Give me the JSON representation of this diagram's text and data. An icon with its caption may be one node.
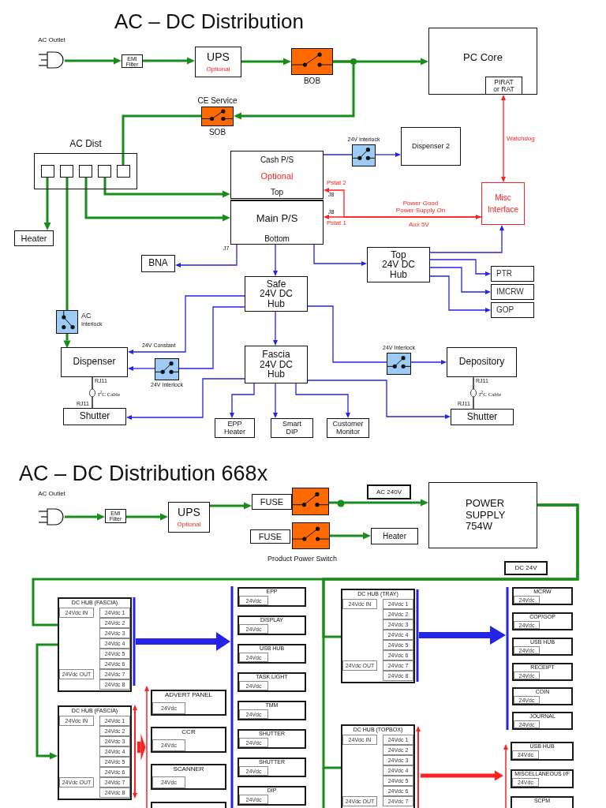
{
  "diagram": {
    "title": "AC – DC Distribution",
    "nodes": [
      {
        "text": [
          "AC Outlet"
        ]
      },
      {
        "text": [
          "EMI Filter"
        ]
      },
      {
        "text": [
          "UPS",
          "Optional"
        ]
      },
      {
        "text": [
          "BOB"
        ]
      },
      {
        "text": [
          "PC Core"
        ]
      },
      {
        "text": [
          "PIRAT or RAT"
        ],
        "in": 4
      },
      {
        "text": [
          "CE Service",
          "SOB"
        ]
      },
      {
        "text": [
          "AC Dist"
        ]
      },
      {
        "text": [],
        "shape": "box",
        "in": 7
      },
      {
        "text": [],
        "shape": "box",
        "in": 7
      },
      {
        "text": [],
        "shape": "box",
        "in": 7
      },
      {
        "text": [],
        "shape": "box",
        "in": 7
      },
      {
        "text": [],
        "shape": "box",
        "in": 7
      },
      {
        "text": [
          "Heater"
        ]
      },
      {
        "text": [
          "Cash P/S",
          "Optional",
          "Top"
        ]
      },
      {
        "text": [
          "Main P/S",
          "Bottom"
        ]
      },
      {
        "text": [
          "24V Interlock"
        ]
      },
      {
        "text": [
          "Dispenser 2"
        ]
      },
      {
        "text": [
          "Misc Interface"
        ]
      },
      {
        "text": [
          "BNA"
        ]
      },
      {
        "text": [
          "Safe 24V DC Hub"
        ]
      },
      {
        "text": [
          "Top 24V DC Hub"
        ]
      },
      {
        "text": [
          "PTR"
        ]
      },
      {
        "text": [
          "IMCRW"
        ]
      },
      {
        "text": [
          "GOP"
        ]
      },
      {
        "text": [
          "AC",
          "Interlock"
        ]
      },
      {
        "text": [
          "Dispenser"
        ]
      },
      {
        "text": [
          "24V Interlock"
        ]
      },
      {
        "text": [
          "Fascia 24V DC Hub"
        ]
      },
      {
        "text": [
          "24V Interlock"
        ]
      },
      {
        "text": [
          "Depository"
        ]
      },
      {
        "text": [
          "Shutter"
        ]
      },
      {
        "text": [
          "EPP Heater"
        ]
      },
      {
        "text": [
          "Smart DIP"
        ]
      },
      {
        "text": [
          "Customer Monitor"
        ]
      },
      {
        "text": [
          "Shutter"
        ]
      },
      {
        "text": [
          "AC Outlet"
        ]
      },
      {
        "text": [
          "EMI Filter"
        ]
      },
      {
        "text": [
          "UPS",
          "Optional"
        ]
      },
      {
        "text": [
          "FUSE"
        ]
      },
      {
        "text": [],
        "shape": "box"
      },
      {
        "text": [
          "AC 240V"
        ]
      },
      {
        "text": [
          "POWER SUPPLY 754W"
        ]
      },
      {
        "text": [
          "FUSE"
        ]
      },
      {
        "text": [],
        "shape": "box"
      },
      {
        "text": [
          "Heater"
        ]
      },
      {
        "text": [
          "DC 24V"
        ]
      },
      {
        "text": [
          "DC HUB (FASCIA)"
        ]
      },
      {
        "text": [
          "24Vdc IN"
        ],
        "in": 47
      },
      {
        "text": [
          "24Vdc 1"
        ],
        "in": 47
      },
      {
        "text": [
          "24Vdc 2"
        ],
        "in": 47
      },
      {
        "text": [
          "24Vdc 3"
        ],
        "in": 47
      },
      {
        "text": [
          "24Vdc 4"
        ],
        "in": 47
      },
      {
        "text": [
          "24Vdc 5"
        ],
        "in": 47
      },
      {
        "text": [
          "24Vdc 6"
        ],
        "in": 47
      },
      {
        "text": [
          "24Vdc 7"
        ],
        "in": 47
      },
      {
        "text": [
          "24Vdc 8"
        ],
        "in": 47
      },
      {
        "text": [
          "24Vdc OUT"
        ],
        "in": 47
      },
      {
        "text": [],
        "shape": "bar"
      },
      {
        "text": [],
        "shape": "bar"
      },
      {
        "text": [
          "EPP"
        ]
      },
      {
        "text": [
          "24Vdc"
        ],
        "in": 60
      },
      {
        "text": [
          "DISPLAY"
        ]
      },
      {
        "text": [
          "24Vdc"
        ],
        "in": 62
      },
      {
        "text": [
          "USB HUB"
        ]
      },
      {
        "text": [
          "24Vdc"
        ],
        "in": 64
      },
      {
        "text": [
          "TASK LIGHT"
        ]
      },
      {
        "text": [
          "24Vdc"
        ],
        "in": 66
      },
      {
        "text": [
          "TMM"
        ]
      },
      {
        "text": [
          "24Vdc"
        ],
        "in": 68
      },
      {
        "text": [
          "SHUTTER"
        ]
      },
      {
        "text": [
          "24Vdc"
        ],
        "in": 70
      },
      {
        "text": [
          "SHUTTER"
        ]
      },
      {
        "text": [
          "24Vdc"
        ],
        "in": 72
      },
      {
        "text": [
          "DIP"
        ]
      },
      {
        "text": [
          "24Vdc"
        ],
        "in": 74
      },
      {
        "text": [
          "DC HUB (TRAY)"
        ]
      },
      {
        "text": [
          "24Vdc IN"
        ],
        "in": 76
      },
      {
        "text": [
          "24Vdc 1"
        ],
        "in": 76
      },
      {
        "text": [
          "24Vdc 2"
        ],
        "in": 76
      },
      {
        "text": [
          "24Vdc 3"
        ],
        "in": 76
      },
      {
        "text": [
          "24Vdc 4"
        ],
        "in": 76
      },
      {
        "text": [
          "24Vdc 5"
        ],
        "in": 76
      },
      {
        "text": [
          "24Vdc 6"
        ],
        "in": 76
      },
      {
        "text": [
          "24Vdc 7"
        ],
        "in": 76
      },
      {
        "text": [
          "24Vdc 8"
        ],
        "in": 76
      },
      {
        "text": [
          "24Vdc OUT"
        ],
        "in": 76
      },
      {
        "text": [],
        "shape": "bar"
      },
      {
        "text": [],
        "shape": "bar"
      },
      {
        "text": [
          "MCRW"
        ]
      },
      {
        "text": [
          "24Vdc"
        ],
        "in": 89
      },
      {
        "text": [
          "COP/GOP"
        ]
      },
      {
        "text": [
          "24Vdc"
        ],
        "in": 91
      },
      {
        "text": [
          "USB HUB"
        ]
      },
      {
        "text": [
          "24Vdc"
        ],
        "in": 93
      },
      {
        "text": [
          "RECEIPT"
        ]
      },
      {
        "text": [
          "24Vdc"
        ],
        "in": 95
      },
      {
        "text": [
          "COIN"
        ]
      },
      {
        "text": [
          "24Vdc"
        ],
        "in": 97
      },
      {
        "text": [
          "JOURNAL"
        ]
      },
      {
        "text": [
          "24Vdc"
        ],
        "in": 99
      },
      {
        "text": [
          "DC HUB (FASCIA)"
        ]
      },
      {
        "text": [
          "24Vdc IN"
        ],
        "in": 101
      },
      {
        "text": [
          "24Vdc 1"
        ],
        "in": 101
      },
      {
        "text": [
          "24Vdc 2"
        ],
        "in": 101
      },
      {
        "text": [
          "24Vdc 3"
        ],
        "in": 101
      },
      {
        "text": [
          "24Vdc 4"
        ],
        "in": 101
      },
      {
        "text": [
          "24Vdc 5"
        ],
        "in": 101
      },
      {
        "text": [
          "24Vdc 6"
        ],
        "in": 101
      },
      {
        "text": [
          "24Vdc 7"
        ],
        "in": 101
      },
      {
        "text": [
          "24Vdc 8"
        ],
        "in": 101
      },
      {
        "text": [
          "24Vdc OUT"
        ],
        "in": 101
      },
      {
        "text": [],
        "shape": "bar"
      },
      {
        "text": [],
        "shape": "bar"
      },
      {
        "text": [
          "ADVERT PANEL"
        ]
      },
      {
        "text": [
          "24Vdc"
        ],
        "in": 114
      },
      {
        "text": [
          "CCR"
        ]
      },
      {
        "text": [
          "24Vdc"
        ],
        "in": 116
      },
      {
        "text": [
          "SCANNER"
        ]
      },
      {
        "text": [
          "24Vdc"
        ],
        "in": 118
      },
      {
        "text": [],
        "shape": "box"
      },
      {
        "text": [
          "DC HUB (TOPBOX)"
        ]
      },
      {
        "text": [
          "24Vdc IN"
        ],
        "in": 121
      },
      {
        "text": [
          "24Vdc 1"
        ],
        "in": 121
      },
      {
        "text": [
          "24Vdc 2"
        ],
        "in": 121
      },
      {
        "text": [
          "24Vdc 3"
        ],
        "in": 121
      },
      {
        "text": [
          "24Vdc 4"
        ],
        "in": 121
      },
      {
        "text": [
          "24Vdc 5"
        ],
        "in": 121
      },
      {
        "text": [
          "24Vdc 6"
        ],
        "in": 121
      },
      {
        "text": [
          "24Vdc 7"
        ],
        "in": 121
      },
      {
        "text": [
          "24Vdc OUT"
        ],
        "in": 121
      },
      {
        "text": [],
        "shape": "bar"
      },
      {
        "text": [],
        "shape": "bar"
      },
      {
        "text": [
          "USB HUB"
        ]
      },
      {
        "text": [
          "24Vdc"
        ],
        "in": 133
      },
      {
        "text": [
          "MISCELLANEOUS I/F"
        ]
      },
      {
        "text": [
          "24Vdc"
        ],
        "in": 135
      },
      {
        "text": [
          "SCPM"
        ]
      }
    ],
    "edges": [
      {
        "from": 0,
        "to": 1,
        "arrow": "to",
        "style": "thick",
        "color": "#1a8c1a"
      },
      {
        "from": 1,
        "to": 2,
        "arrow": "to",
        "style": "thick",
        "color": "#1a8c1a"
      },
      {
        "from": 2,
        "to": 3,
        "arrow": "to",
        "style": "thick",
        "color": "#1a8c1a"
      },
      {
        "from": 3,
        "to": 4,
        "arrow": "to",
        "style": "thick",
        "color": "#1a8c1a"
      },
      {
        "from": 3,
        "to": 6,
        "arrow": "to",
        "style": "thick",
        "color": "#1a8c1a"
      },
      {
        "from": 6,
        "to": 12,
        "arrow": "none",
        "style": "thick",
        "color": "#1a8c1a"
      },
      {
        "from": 8,
        "to": 13,
        "arrow": "to",
        "style": "thick",
        "color": "#1a8c1a"
      },
      {
        "from": 9,
        "to": 25,
        "arrow": "none",
        "style": "thick",
        "color": "#1a8c1a"
      },
      {
        "from": 25,
        "to": 26,
        "arrow": "to",
        "style": "thick",
        "color": "#1a8c1a"
      },
      {
        "from": 10,
        "to": 15,
        "arrow": "to",
        "style": "thick",
        "color": "#1a8c1a"
      },
      {
        "from": 11,
        "to": 14,
        "arrow": "to",
        "style": "thick",
        "color": "#1a8c1a"
      },
      {
        "from": 14,
        "to": 16,
        "arrow": "none"
      },
      {
        "from": 16,
        "to": 17,
        "arrow": "to"
      },
      {
        "from": 5,
        "to": 18,
        "arrow": "both",
        "label": "Watchdog",
        "color": "#ff2020"
      },
      {
        "from": 15,
        "to": 18,
        "arrow": "both",
        "label": "Power Good Power Supply On",
        "color": "#ff2020"
      },
      {
        "from": 18,
        "to": 14,
        "arrow": "to",
        "color": "#ff2020"
      },
      {
        "from": 21,
        "to": 18,
        "arrow": "to"
      },
      {
        "from": 15,
        "to": 19,
        "arrow": "to"
      },
      {
        "from": 15,
        "to": 20,
        "arrow": "to"
      },
      {
        "from": 15,
        "to": 21,
        "arrow": "to"
      },
      {
        "from": 21,
        "to": 22,
        "arrow": "to"
      },
      {
        "from": 21,
        "to": 23,
        "arrow": "to"
      },
      {
        "from": 21,
        "to": 24,
        "arrow": "to"
      },
      {
        "from": 20,
        "to": 26,
        "arrow": "to",
        "label": "24V Constant"
      },
      {
        "from": 20,
        "to": 27,
        "arrow": "none"
      },
      {
        "from": 27,
        "to": 26,
        "arrow": "to"
      },
      {
        "from": 20,
        "to": 28,
        "arrow": "to"
      },
      {
        "from": 20,
        "to": 29,
        "arrow": "none"
      },
      {
        "from": 29,
        "to": 30,
        "arrow": "to"
      },
      {
        "from": 28,
        "to": 31,
        "arrow": "to"
      },
      {
        "from": 28,
        "to": 32,
        "arrow": "to"
      },
      {
        "from": 28,
        "to": 33,
        "arrow": "to"
      },
      {
        "from": 28,
        "to": 34,
        "arrow": "to"
      },
      {
        "from": 28,
        "to": 35,
        "arrow": "to"
      },
      {
        "from": 26,
        "to": 31,
        "arrow": "none",
        "color": "#000000"
      },
      {
        "from": 30,
        "to": 35,
        "arrow": "none",
        "color": "#000000"
      },
      {
        "from": 36,
        "to": 37,
        "arrow": "to",
        "style": "thick",
        "color": "#1a8c1a"
      },
      {
        "from": 37,
        "to": 38,
        "arrow": "to",
        "style": "thick",
        "color": "#1a8c1a"
      },
      {
        "from": 38,
        "to": 39,
        "arrow": "to",
        "style": "thick",
        "color": "#1a8c1a"
      },
      {
        "from": 40,
        "to": 42,
        "arrow": "to",
        "style": "thick",
        "color": "#1a8c1a"
      },
      {
        "from": 44,
        "to": 45,
        "arrow": "to",
        "style": "thick",
        "color": "#1a8c1a"
      },
      {
        "from": 42,
        "to": 47,
        "arrow": "none",
        "style": "thick",
        "color": "#1a8c1a"
      },
      {
        "from": 42,
        "to": 76,
        "arrow": "none",
        "style": "thick",
        "color": "#1a8c1a"
      },
      {
        "from": 42,
        "to": 121,
        "arrow": "none",
        "style": "thick",
        "color": "#1a8c1a"
      },
      {
        "from": 47,
        "to": 101,
        "arrow": "to",
        "style": "thick",
        "color": "#1a8c1a"
      },
      {
        "from": 58,
        "to": 59,
        "arrow": "to",
        "style": "thick"
      },
      {
        "from": 112,
        "to": 113,
        "arrow": "to",
        "style": "thick",
        "color": "#ff2020"
      },
      {
        "from": 87,
        "to": 88,
        "arrow": "to",
        "style": "thick"
      },
      {
        "from": 131,
        "to": 132,
        "arrow": "to",
        "style": "thick",
        "color": "#ff2020"
      }
    ],
    "labels": [
      "AC – DC Distribution 668x",
      "Pstat 2",
      "J8",
      "J8",
      "Pstat 1",
      "Aux 5V",
      "J7",
      "RJ11",
      "I$^{2}$C Cable",
      "RJ11",
      "RJ11",
      "I$^{2}$C Cable",
      "RJ11",
      "Product Power Switch"
    ]
  }
}
